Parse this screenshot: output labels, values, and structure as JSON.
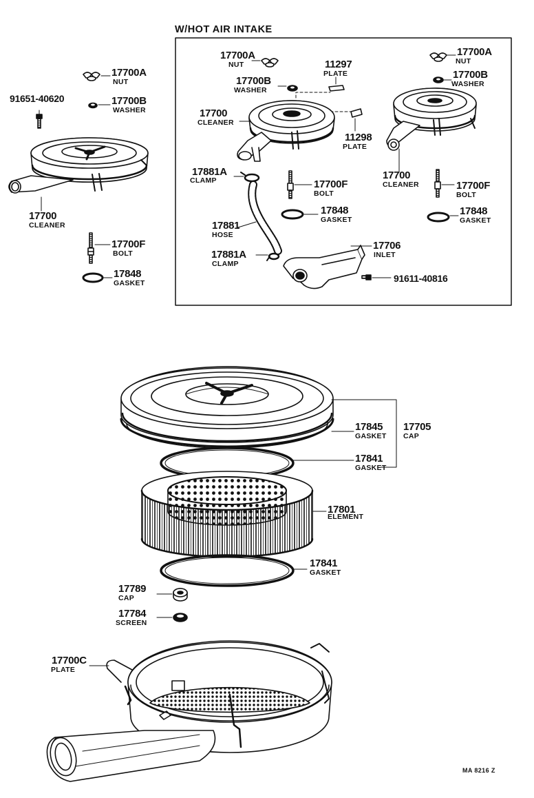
{
  "title": "W/HOT AIR INTAKE",
  "footer_code": "MA 8216 Z",
  "parts": {
    "p17700A_left": {
      "number": "17700A",
      "name": "NUT"
    },
    "p17700B_left": {
      "number": "17700B",
      "name": "WASHER"
    },
    "p91651": {
      "number": "91651-40620"
    },
    "p17700_left": {
      "number": "17700",
      "name": "CLEANER"
    },
    "p17700F_left": {
      "number": "17700F",
      "name": "BOLT"
    },
    "p17848_left": {
      "number": "17848",
      "name": "GASKET"
    },
    "p17700A_box1": {
      "number": "17700A",
      "name": "NUT"
    },
    "p17700B_box1": {
      "number": "17700B",
      "name": "WASHER"
    },
    "p11297": {
      "number": "11297",
      "name": "PLATE"
    },
    "p17700A_box2": {
      "number": "17700A",
      "name": "NUT"
    },
    "p17700B_box2": {
      "number": "17700B",
      "name": "WASHER"
    },
    "p17700_box1": {
      "number": "17700",
      "name": "CLEANER"
    },
    "p11298": {
      "number": "11298",
      "name": "PLATE"
    },
    "p17881A_top": {
      "number": "17881A",
      "name": "CLAMP"
    },
    "p17700F_box1": {
      "number": "17700F",
      "name": "BOLT"
    },
    "p17700_box2": {
      "number": "17700",
      "name": "CLEANER"
    },
    "p17700F_box2": {
      "number": "17700F",
      "name": "BOLT"
    },
    "p17848_box1": {
      "number": "17848",
      "name": "GASKET"
    },
    "p17848_box2": {
      "number": "17848",
      "name": "GASKET"
    },
    "p17881": {
      "number": "17881",
      "name": "HOSE"
    },
    "p17881A_bot": {
      "number": "17881A",
      "name": "CLAMP"
    },
    "p17706": {
      "number": "17706",
      "name": "INLET"
    },
    "p91611": {
      "number": "91611-40816"
    },
    "p17845": {
      "number": "17845",
      "name": "GASKET"
    },
    "p17705": {
      "number": "17705",
      "name": "CAP"
    },
    "p17841_top": {
      "number": "17841",
      "name": "GASKET"
    },
    "p17801": {
      "number": "17801",
      "name": "ELEMENT"
    },
    "p17841_bot": {
      "number": "17841",
      "name": "GASKET"
    },
    "p17789": {
      "number": "17789",
      "name": "CAP"
    },
    "p17784": {
      "number": "17784",
      "name": "SCREEN"
    },
    "p17700C": {
      "number": "17700C",
      "name": "PLATE"
    }
  }
}
